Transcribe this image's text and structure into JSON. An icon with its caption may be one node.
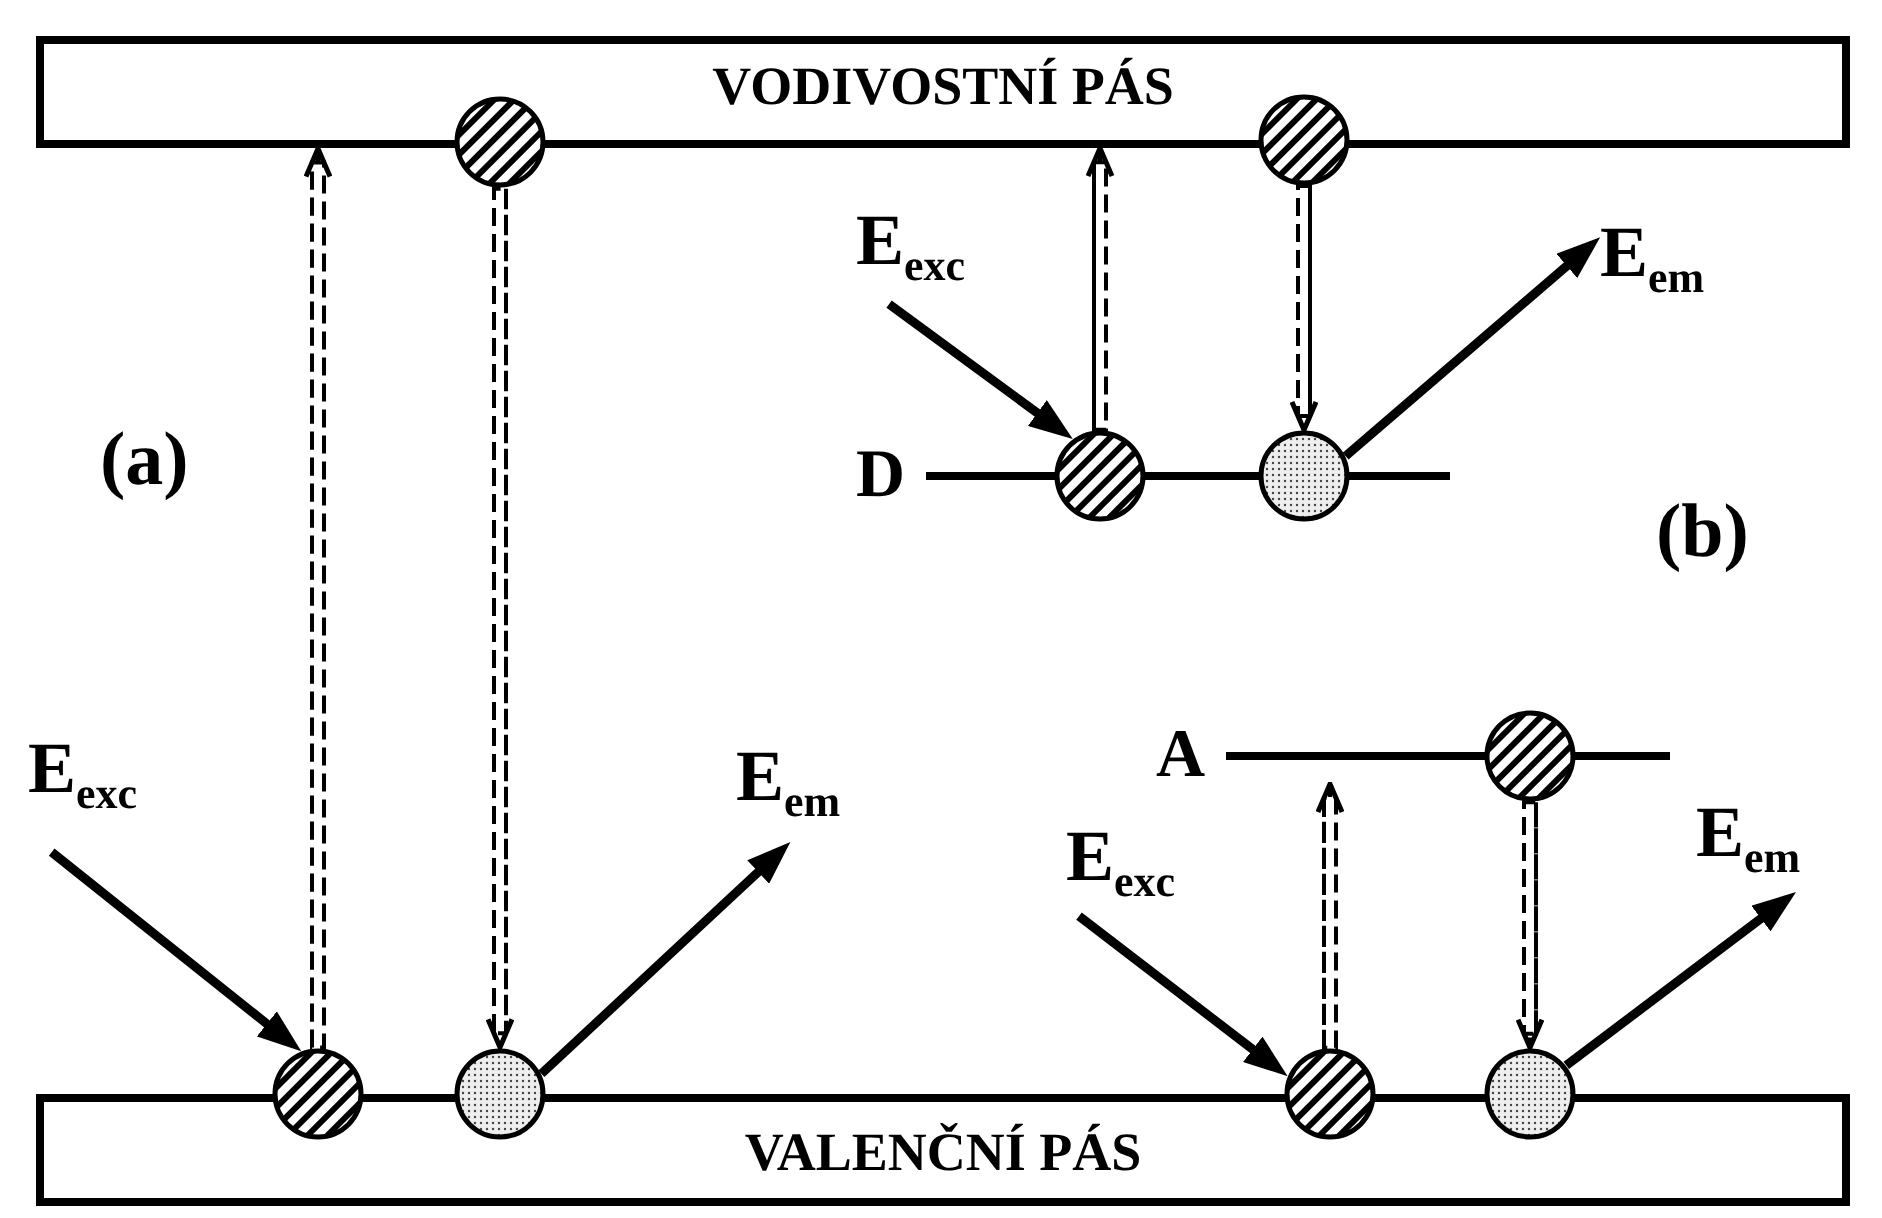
{
  "diagram": {
    "nodes": [
      {
        "text": [
          "VODIVOSTNÍ PÁS"
        ]
      },
      {
        "text": [],
        "shape": "circle"
      },
      {
        "text": [],
        "shape": "circle"
      },
      {
        "text": [
          "E$_{exc}$"
        ]
      },
      {
        "text": [
          "E$_{em}$"
        ]
      },
      {
        "text": [
          "D"
        ]
      },
      {
        "text": [],
        "shape": "circle"
      },
      {
        "text": [],
        "shape": "circle"
      },
      {
        "text": [
          "A"
        ]
      },
      {
        "text": [],
        "shape": "circle"
      },
      {
        "text": [
          "E$_{exc}$"
        ]
      },
      {
        "text": [
          "E$_{em}$"
        ]
      },
      {
        "text": [
          "E$_{exc}$"
        ]
      },
      {
        "text": [
          "E$_{em}$"
        ]
      },
      {
        "text": [],
        "shape": "circle"
      },
      {
        "text": [],
        "shape": "circle"
      },
      {
        "text": [],
        "shape": "circle"
      },
      {
        "text": [],
        "shape": "circle"
      },
      {
        "text": [
          "VALENČNÍ PÁS"
        ]
      }
    ],
    "edges": [
      {
        "from": 14,
        "to": 0,
        "arrow": "to",
        "style": "dashed"
      },
      {
        "from": 1,
        "to": 15,
        "arrow": "to",
        "style": "dashed"
      },
      {
        "from": 10,
        "to": 14,
        "arrow": "to",
        "style": "thick"
      },
      {
        "from": 15,
        "to": 11,
        "arrow": "to",
        "style": "thick"
      },
      {
        "from": 6,
        "to": 0,
        "arrow": "to",
        "style": "dashed"
      },
      {
        "from": 2,
        "to": 7,
        "arrow": "to",
        "style": "dashed"
      },
      {
        "from": 3,
        "to": 6,
        "arrow": "to",
        "style": "thick"
      },
      {
        "from": 7,
        "to": 4,
        "arrow": "to",
        "style": "thick"
      },
      {
        "from": 16,
        "to": 8,
        "arrow": "to",
        "style": "dashed"
      },
      {
        "from": 9,
        "to": 17,
        "arrow": "to",
        "style": "dashed"
      },
      {
        "from": 12,
        "to": 16,
        "arrow": "to",
        "style": "thick"
      },
      {
        "from": 17,
        "to": 13,
        "arrow": "to",
        "style": "thick"
      }
    ],
    "labels": [
      "(a)",
      "(b)"
    ]
  }
}
